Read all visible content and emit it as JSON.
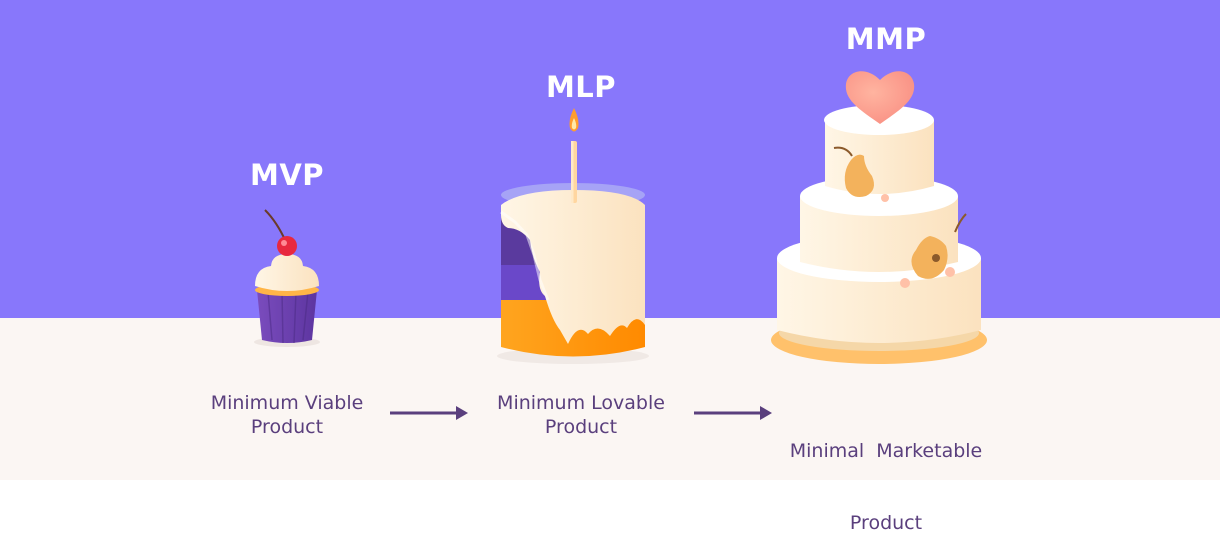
{
  "stages": [
    {
      "abbr": "MVP",
      "line1": "Minimum Viable",
      "line2": "Product"
    },
    {
      "abbr": "MLP",
      "line1": "Minimum Lovable",
      "line2": "Product"
    },
    {
      "abbr": "MMP",
      "line1": "Minimal  Marketable",
      "line2": "Product"
    }
  ],
  "colors": {
    "background_top": "#8877fb",
    "background_bottom": "#fbf6f3",
    "label_text": "#5a3f7d",
    "arrow": "#5a3f7d"
  },
  "icons": [
    "cupcake-icon",
    "layered-cake-icon",
    "wedding-cake-icon",
    "cherry-icon",
    "candle-icon",
    "heart-icon",
    "pear-icon",
    "arrow-right-icon"
  ]
}
